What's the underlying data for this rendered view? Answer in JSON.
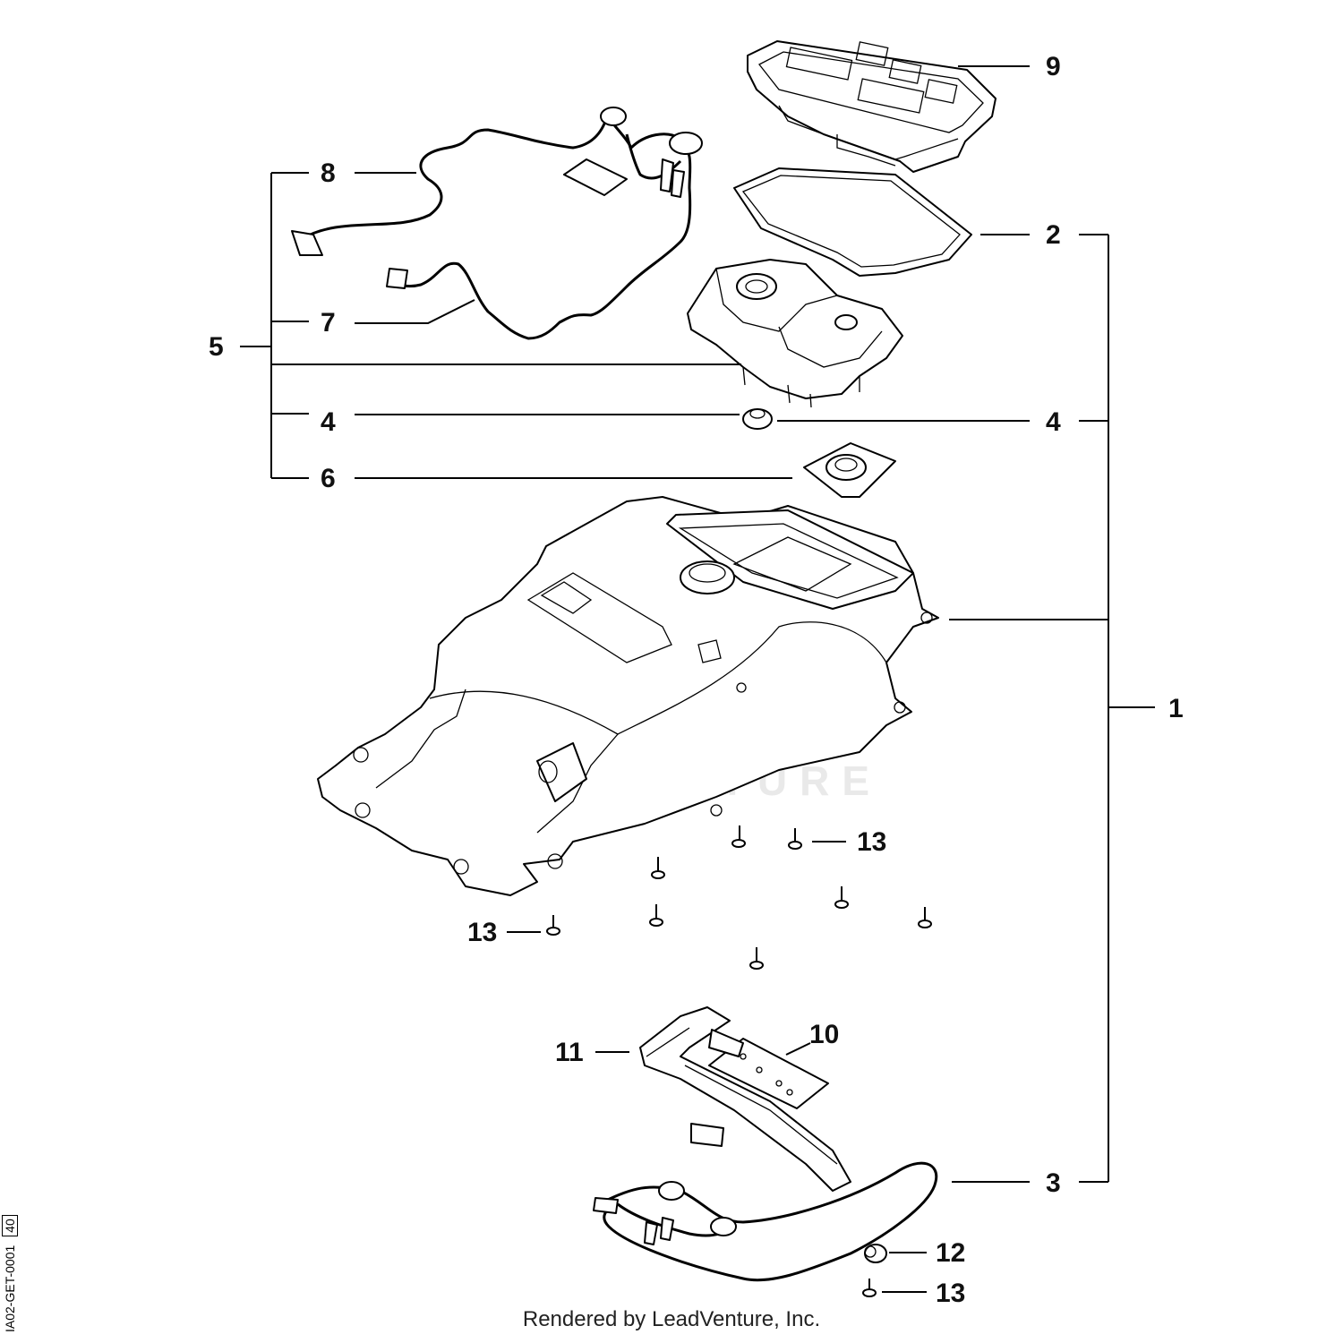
{
  "callouts": {
    "c1": "1",
    "c2": "2",
    "c3": "3",
    "c4a": "4",
    "c4b": "4",
    "c5": "5",
    "c6": "6",
    "c7": "7",
    "c8": "8",
    "c9": "9",
    "c10": "10",
    "c11": "11",
    "c12": "12",
    "c13a": "13",
    "c13b": "13",
    "c13c": "13"
  },
  "watermark": "LEADVENTURE",
  "footer": "Rendered by LeadVenture, Inc.",
  "reference_code": "IA02-GET-0001",
  "page_number": "40"
}
